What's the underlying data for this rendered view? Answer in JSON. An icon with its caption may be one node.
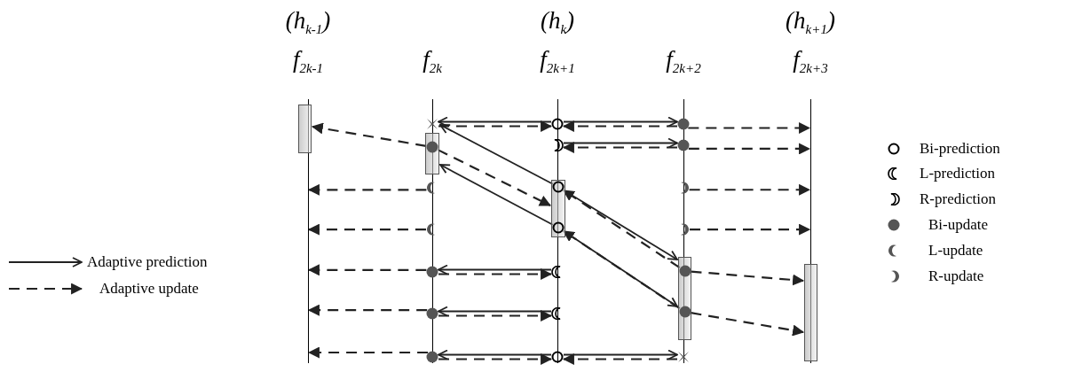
{
  "diagram": {
    "nodes": [
      {
        "text": [],
        "shape": "line"
      },
      {
        "text": [],
        "shape": "line"
      },
      {
        "text": [],
        "shape": "line"
      },
      {
        "text": [],
        "shape": "line"
      },
      {
        "text": [],
        "shape": "line"
      },
      {
        "text": [],
        "shape": "bar"
      },
      {
        "text": [],
        "shape": "bar"
      },
      {
        "text": [],
        "shape": "bar"
      },
      {
        "text": [],
        "shape": "bar"
      },
      {
        "text": [],
        "shape": "bar"
      },
      {
        "text": [],
        "shape": "cross"
      },
      {
        "text": [],
        "shape": "circle"
      },
      {
        "text": [],
        "shape": "dot"
      },
      {
        "text": [],
        "shape": "dot",
        "in": 6
      },
      {
        "text": [],
        "shape": "crescent"
      },
      {
        "text": [],
        "shape": "dot"
      },
      {
        "text": [],
        "shape": "crescent"
      },
      {
        "text": [],
        "shape": "circle",
        "in": 7
      },
      {
        "text": [],
        "shape": "crescent"
      },
      {
        "text": [],
        "shape": "crescent"
      },
      {
        "text": [],
        "shape": "circle",
        "in": 7
      },
      {
        "text": [],
        "shape": "crescent"
      },
      {
        "text": [],
        "shape": "dot"
      },
      {
        "text": [],
        "shape": "crescent"
      },
      {
        "text": [],
        "shape": "dot",
        "in": 8
      },
      {
        "text": [],
        "shape": "dot"
      },
      {
        "text": [],
        "shape": "crescent"
      },
      {
        "text": [],
        "shape": "dot",
        "in": 8
      },
      {
        "text": [],
        "shape": "dot"
      },
      {
        "text": [],
        "shape": "circle"
      },
      {
        "text": [],
        "shape": "cross"
      }
    ],
    "edges": [
      {
        "from": 11,
        "to": 10,
        "arrow": "to"
      },
      {
        "from": 11,
        "to": 12,
        "arrow": "to"
      },
      {
        "from": 10,
        "to": 11,
        "arrow": "to",
        "style": "dashed"
      },
      {
        "from": 12,
        "to": 11,
        "arrow": "to",
        "style": "dashed"
      },
      {
        "from": 12,
        "to": 4,
        "arrow": "to",
        "style": "dashed"
      },
      {
        "from": 14,
        "to": 15,
        "arrow": "to"
      },
      {
        "from": 15,
        "to": 14,
        "arrow": "to",
        "style": "dashed"
      },
      {
        "from": 15,
        "to": 4,
        "arrow": "to",
        "style": "dashed"
      },
      {
        "from": 13,
        "to": 5,
        "arrow": "to",
        "style": "dashed"
      },
      {
        "from": 17,
        "to": 6,
        "arrow": "to"
      },
      {
        "from": 20,
        "to": 6,
        "arrow": "to"
      },
      {
        "from": 17,
        "to": 8,
        "arrow": "to"
      },
      {
        "from": 20,
        "to": 8,
        "arrow": "to"
      },
      {
        "from": 13,
        "to": 7,
        "arrow": "to",
        "style": "dashed"
      },
      {
        "from": 24,
        "to": 17,
        "arrow": "to",
        "style": "dashed"
      },
      {
        "from": 27,
        "to": 20,
        "arrow": "to",
        "style": "dashed"
      },
      {
        "from": 16,
        "to": 0,
        "arrow": "to",
        "style": "dashed"
      },
      {
        "from": 18,
        "to": 4,
        "arrow": "to",
        "style": "dashed"
      },
      {
        "from": 19,
        "to": 0,
        "arrow": "to",
        "style": "dashed"
      },
      {
        "from": 21,
        "to": 4,
        "arrow": "to",
        "style": "dashed"
      },
      {
        "from": 22,
        "to": 0,
        "arrow": "to",
        "style": "dashed"
      },
      {
        "from": 23,
        "to": 22,
        "arrow": "to"
      },
      {
        "from": 22,
        "to": 23,
        "arrow": "to",
        "style": "dashed"
      },
      {
        "from": 24,
        "to": 9,
        "arrow": "to",
        "style": "dashed"
      },
      {
        "from": 25,
        "to": 0,
        "arrow": "to",
        "style": "dashed"
      },
      {
        "from": 26,
        "to": 25,
        "arrow": "to"
      },
      {
        "from": 25,
        "to": 26,
        "arrow": "to",
        "style": "dashed"
      },
      {
        "from": 27,
        "to": 9,
        "arrow": "to",
        "style": "dashed"
      },
      {
        "from": 28,
        "to": 0,
        "arrow": "to",
        "style": "dashed"
      },
      {
        "from": 29,
        "to": 28,
        "arrow": "to"
      },
      {
        "from": 28,
        "to": 29,
        "arrow": "to",
        "style": "dashed"
      },
      {
        "from": 29,
        "to": 30,
        "arrow": "to"
      },
      {
        "from": 30,
        "to": 29,
        "arrow": "to",
        "style": "dashed"
      }
    ],
    "labels": [
      "(h$_{k-1}$)",
      "(h$_{k}$)",
      "(h$_{k+1}$)",
      "f$_{2k-1}$",
      "f$_{2k}$",
      "f$_{2k+1}$",
      "f$_{2k+2}$",
      "f$_{2k+3}$"
    ],
    "legend": [
      {
        "text": "Adaptive prediction"
      },
      {
        "text": "Adaptive update"
      },
      {
        "text": "Bi-prediction"
      },
      {
        "text": "L-prediction"
      },
      {
        "text": "R-prediction"
      },
      {
        "text": "Bi-update"
      },
      {
        "text": "L-update"
      },
      {
        "text": "R-update"
      }
    ]
  }
}
